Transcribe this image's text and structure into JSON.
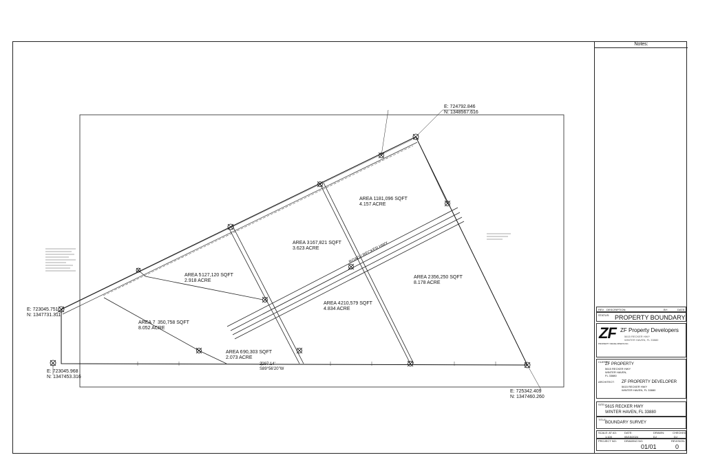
{
  "notes_label": "Notes:",
  "areas": [
    {
      "name": "AREA 1",
      "sqft": "181,096 SQFT",
      "acre": "4.157 ACRE"
    },
    {
      "name": "AREA 2",
      "sqft": "356,250 SQFT",
      "acre": "8.178 ACRE"
    },
    {
      "name": "AREA 3",
      "sqft": "167,821 SQFT",
      "acre": "3.623 ACRE"
    },
    {
      "name": "AREA 4",
      "sqft": "210,579 SQFT",
      "acre": "4.834 ACRE"
    },
    {
      "name": "AREA 5",
      "sqft": "127,120 SQFT",
      "acre": "2.918 ACRE"
    },
    {
      "name": "AREA 6",
      "sqft": "90,303 SQFT",
      "acre": "2.073 ACRE"
    },
    {
      "name": "AREA 7",
      "sqft": "350,758 SQFT",
      "acre": "8.052 ACRE"
    }
  ],
  "coords": {
    "ne": {
      "e": "E: 724792.846",
      "n": "N: 1348567.616"
    },
    "w": {
      "e": "E: 723045.751",
      "n": "N: 1347731.311"
    },
    "sw": {
      "e": "E: 723045.968",
      "n": "N: 1347453.316"
    },
    "se": {
      "e": "E: 725342.409",
      "n": "N: 1347460.260"
    }
  },
  "bottom_dim": {
    "length": "2297.14'",
    "bearing": "S89°56'20\"W"
  },
  "road_label": "ROAD / RECKER HWY",
  "title_block": {
    "rev_headers": [
      "REV",
      "DESCRIPTION:",
      "BY:",
      "DATE:"
    ],
    "status_label": "STATUS:",
    "status_value": "PROPERTY BOUNDARY",
    "logo_mark": "ZF",
    "logo_sub": "PROPERTY DEVELOPERS INC.",
    "company_name": "ZF Property Developers",
    "company_addr1": "5615 RECKER HWY",
    "company_addr2": "WINTER HAVEN, FL 33880",
    "client_label": "CLIENT:",
    "client_name": "ZF PROPERTY",
    "client_addr": [
      "5615 RECKER HWY",
      "WINTER HAVEN,",
      "FL 33880"
    ],
    "architect_label": "ARCHITECT:",
    "architect_name": "ZF PROPERTY DEVELOPER",
    "architect_addr": [
      "5615 RECKER HWY",
      "WINTER HAVEN, FL 33880"
    ],
    "site_label": "SITE:",
    "site_line1": "5615 RECKER HWY",
    "site_line2": "WINTER HAVEN, FL 33880",
    "title_label": "TITLE:",
    "title_value": "BOUNDARY SURVEY",
    "scale_label": "SCALE: AT A3:",
    "scale_value": "1:100",
    "date_label": "DATE:",
    "date_value": "05/15/2024",
    "drawn_label": "DRAWN:",
    "drawn_value": "DJ",
    "checked_label": "CHECKED:",
    "checked_value": "DJ",
    "project_label": "PROJECT NO:",
    "drawing_label": "DRAWING NO:",
    "drawing_value": "01/01",
    "revision_label": "REVISION:",
    "revision_value": "0"
  }
}
